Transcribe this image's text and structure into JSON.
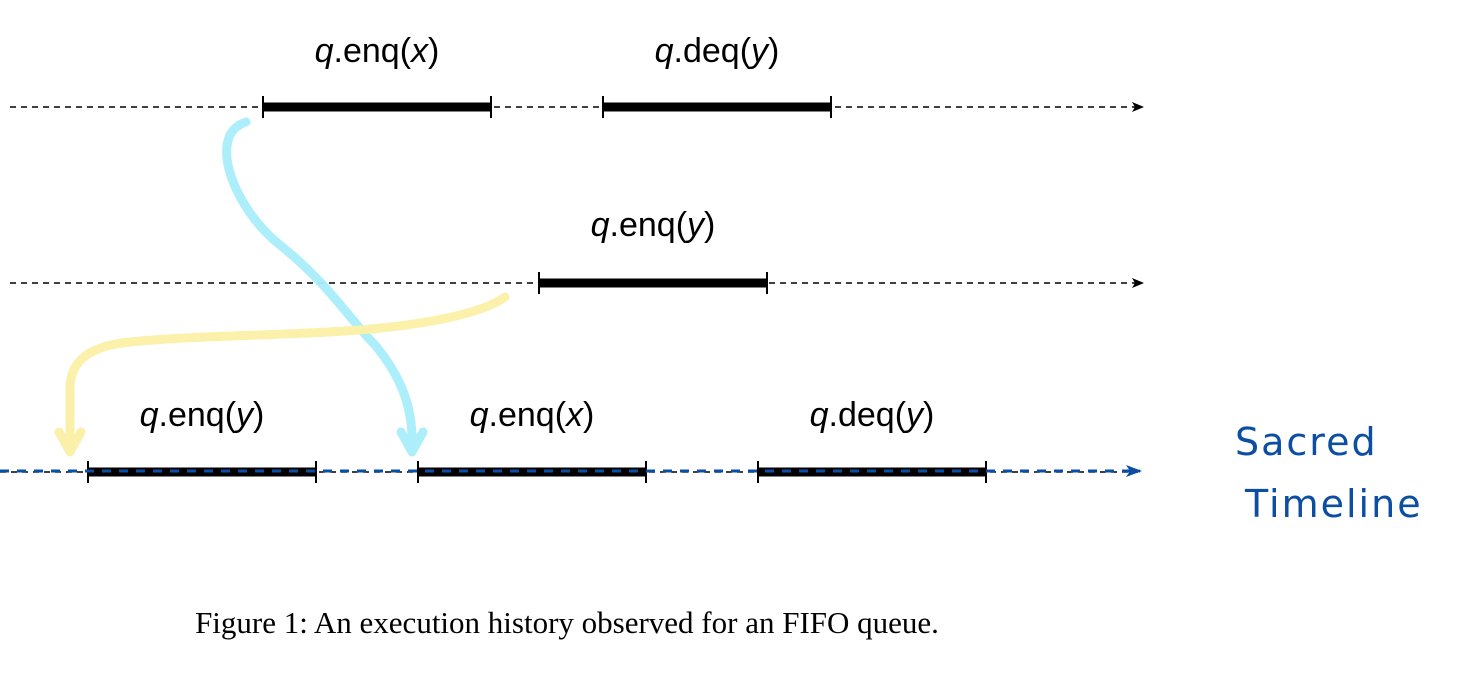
{
  "timelines": [
    {
      "id": "thread-a",
      "operations": [
        {
          "obj": "q",
          "method": "enq",
          "arg": "x"
        },
        {
          "obj": "q",
          "method": "deq",
          "arg": "y"
        }
      ]
    },
    {
      "id": "thread-b",
      "operations": [
        {
          "obj": "q",
          "method": "enq",
          "arg": "y"
        }
      ]
    },
    {
      "id": "sacred-timeline",
      "operations": [
        {
          "obj": "q",
          "method": "enq",
          "arg": "y"
        },
        {
          "obj": "q",
          "method": "enq",
          "arg": "x"
        },
        {
          "obj": "q",
          "method": "deq",
          "arg": "y"
        }
      ]
    }
  ],
  "annotation": {
    "line1": "Sacred",
    "line2": "Timeline"
  },
  "caption": "Figure 1: An execution history observed for an FIFO queue.",
  "colors": {
    "axis": "#000000",
    "interval": "#000000",
    "blue_arrow": "#a8eefa",
    "yellow_arrow": "#fbf0a6",
    "sacred_dash": "#0b4ea2"
  }
}
